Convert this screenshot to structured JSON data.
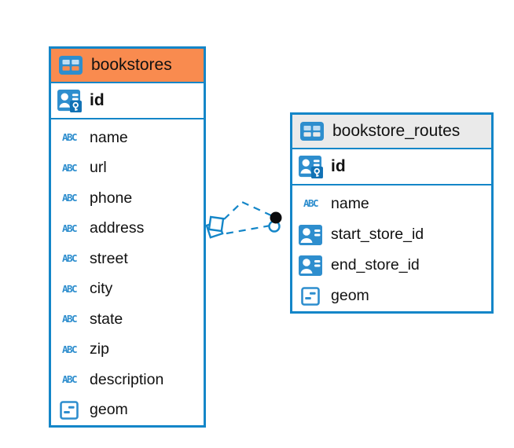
{
  "colors": {
    "canvas_bg": "#FFFFFF",
    "table_border": "#1486C8",
    "header_orange": "#F98B4F",
    "header_gray": "#EAEAEA",
    "icon_blue": "#2E8ECE",
    "icon_blue_dark": "#1172B5",
    "icon_cell_light": "#BFDDF3",
    "relationship_blue": "#1486C8",
    "endpoint_black": "#0B0B0D",
    "text_color": "#111111"
  },
  "type_icons": {
    "text_label": "ABC"
  },
  "tables": [
    {
      "name": "bookstores",
      "primary_key": {
        "name": "id",
        "type": "primary-key"
      },
      "fields": [
        {
          "name": "name",
          "type": "text"
        },
        {
          "name": "url",
          "type": "text"
        },
        {
          "name": "phone",
          "type": "text"
        },
        {
          "name": "address",
          "type": "text"
        },
        {
          "name": "street",
          "type": "text"
        },
        {
          "name": "city",
          "type": "text"
        },
        {
          "name": "state",
          "type": "text"
        },
        {
          "name": "zip",
          "type": "text"
        },
        {
          "name": "description",
          "type": "text"
        },
        {
          "name": "geom",
          "type": "geometry"
        }
      ]
    },
    {
      "name": "bookstore_routes",
      "primary_key": {
        "name": "id",
        "type": "primary-key"
      },
      "fields": [
        {
          "name": "name",
          "type": "text"
        },
        {
          "name": "start_store_id",
          "type": "reference"
        },
        {
          "name": "end_store_id",
          "type": "reference"
        },
        {
          "name": "geom",
          "type": "geometry"
        }
      ]
    }
  ],
  "relationships": [
    {
      "between": [
        "bookstores",
        "bookstore_routes"
      ],
      "line_style": "dashed",
      "connector_count": 2,
      "source_marker": "double-square",
      "target_marker": "dot-and-ring"
    }
  ]
}
